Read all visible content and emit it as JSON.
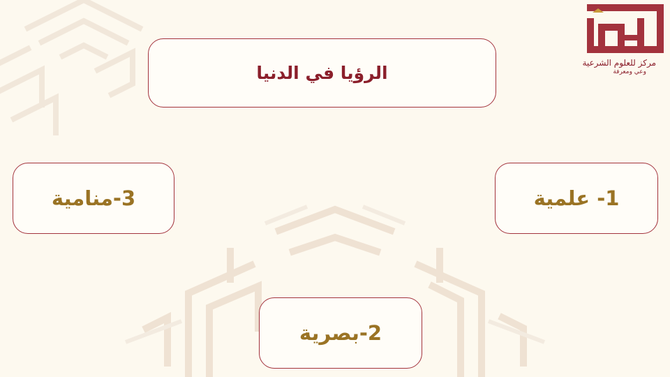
{
  "title": "الرؤيا في الدنيا",
  "items": [
    {
      "label": "1- علمية"
    },
    {
      "label": "2-بصرية"
    },
    {
      "label": "3-منامية"
    }
  ],
  "logo": {
    "line1": "مركز للعلوم الشرعية",
    "line2": "وعي ومعرفة"
  },
  "colors": {
    "border": "#a3333d",
    "title_text": "#8b1f2b",
    "item_text": "#9a7324",
    "background": "#fdf9ef"
  }
}
